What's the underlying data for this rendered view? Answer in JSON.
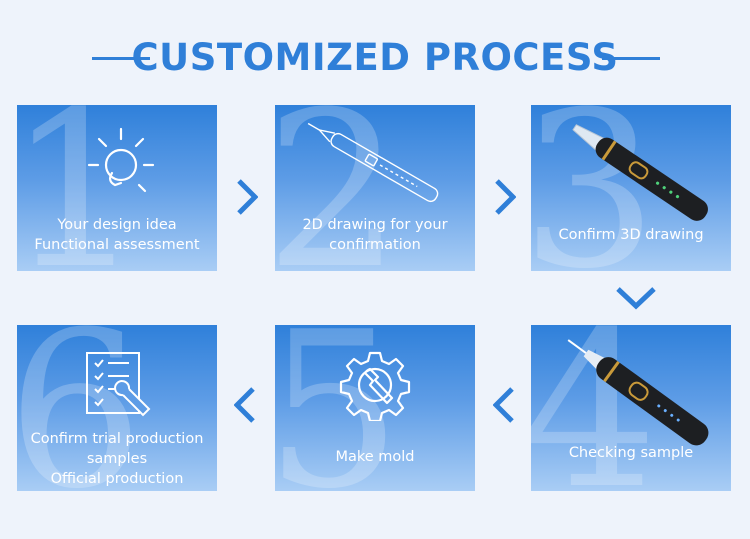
{
  "header": {
    "title": "CUSTOMIZED PROCESS"
  },
  "colors": {
    "accent": "#2f7fd8",
    "card_top": "#2f80da",
    "card_bottom": "#a9cdf5",
    "background": "#eef3fb"
  },
  "steps": [
    {
      "number": "1",
      "lines": [
        "Your design idea",
        "Functional assessment"
      ],
      "icon": "lightbulb-icon"
    },
    {
      "number": "2",
      "lines": [
        "2D drawing for your",
        "confirmation"
      ],
      "icon": "pen-sketch-illustration"
    },
    {
      "number": "3",
      "lines": [
        "Confirm 3D drawing"
      ],
      "icon": "pen-device-render"
    },
    {
      "number": "4",
      "lines": [
        "Checking sample"
      ],
      "icon": "pen-device-photo"
    },
    {
      "number": "5",
      "lines": [
        "Make mold"
      ],
      "icon": "gear-wrench-icon"
    },
    {
      "number": "6",
      "lines": [
        "Confirm trial production",
        "samples",
        "Official production"
      ],
      "icon": "checklist-wrench-icon"
    }
  ]
}
